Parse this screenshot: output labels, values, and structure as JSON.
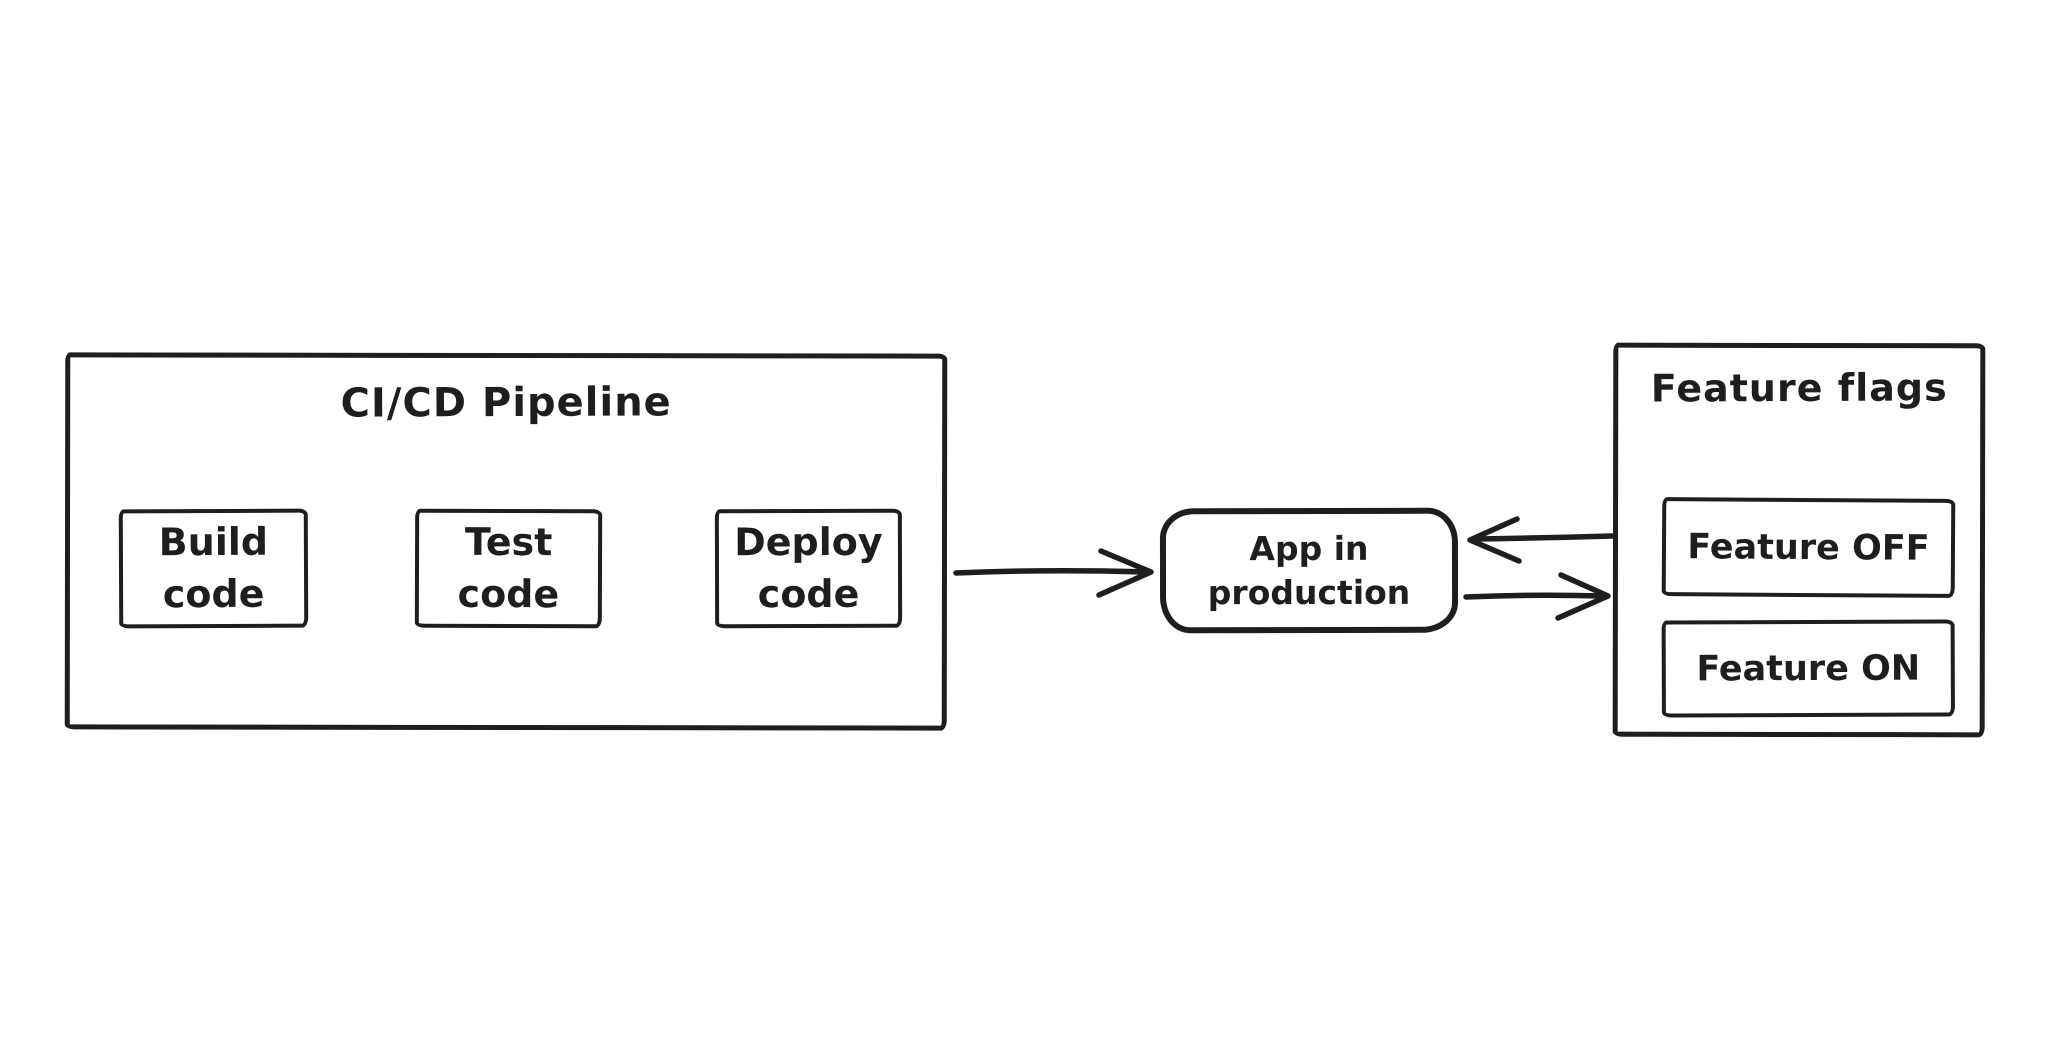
{
  "diagram": {
    "background": "#ffffff",
    "stroke_color": "#1e1e1e",
    "pipeline": {
      "title": "CI/CD Pipeline",
      "stages": [
        {
          "name": "build-code",
          "line1": "Build",
          "line2": "code"
        },
        {
          "name": "test-code",
          "line1": "Test",
          "line2": "code"
        },
        {
          "name": "deploy-code",
          "line1": "Deploy",
          "line2": "code"
        }
      ]
    },
    "app": {
      "line1": "App in",
      "line2": "production"
    },
    "feature_flags": {
      "title": "Feature flags",
      "flags": [
        {
          "label": "Feature OFF"
        },
        {
          "label": "Feature ON"
        }
      ]
    },
    "connections": [
      {
        "from": "build-code",
        "to": "test-code",
        "direction": "right"
      },
      {
        "from": "test-code",
        "to": "deploy-code",
        "direction": "right"
      },
      {
        "from": "cicd-pipeline",
        "to": "app-in-production",
        "direction": "right"
      },
      {
        "from": "feature-flags",
        "to": "app-in-production",
        "direction": "left"
      },
      {
        "from": "app-in-production",
        "to": "feature-flags",
        "direction": "right"
      }
    ]
  }
}
